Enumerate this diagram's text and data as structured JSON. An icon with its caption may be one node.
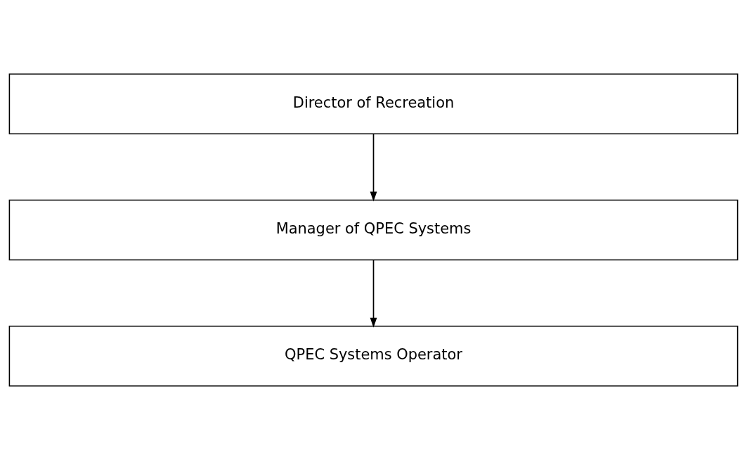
{
  "diagram": {
    "nodes": [
      {
        "text": [
          "Director of Recreation"
        ]
      },
      {
        "text": [
          "Manager of QPEC Systems"
        ]
      },
      {
        "text": [
          "QPEC Systems Operator"
        ]
      }
    ],
    "edges": [
      {
        "from": 0,
        "to": 1,
        "arrow": "to"
      },
      {
        "from": 1,
        "to": 2,
        "arrow": "to"
      }
    ]
  }
}
